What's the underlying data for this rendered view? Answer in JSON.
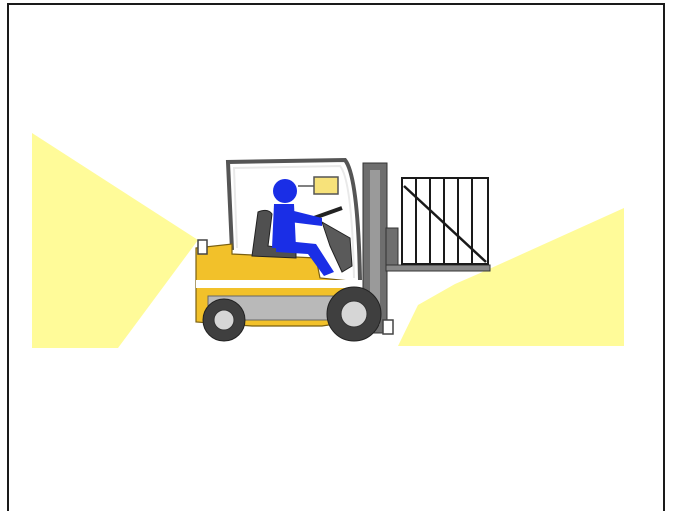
{
  "figure": {
    "description_kind": "illustration",
    "colors": {
      "background": "#ffffff",
      "frame": "#1a1a1a",
      "light_zone": "#fffb99",
      "forklift_body": "#f2c12a",
      "forklift_dark": "#6e6e6e",
      "chassis_grey": "#b9b9b9",
      "driver": "#1a2ee6",
      "sight_box": "#f7e27a",
      "load_crate": "#ffffff",
      "wheel": "#3f3f3f",
      "hub": "#d6d6d6"
    },
    "icons": [
      "rear-blind-zone",
      "front-blind-zone",
      "forklift",
      "driver",
      "sight-indicator",
      "load-crate"
    ]
  }
}
